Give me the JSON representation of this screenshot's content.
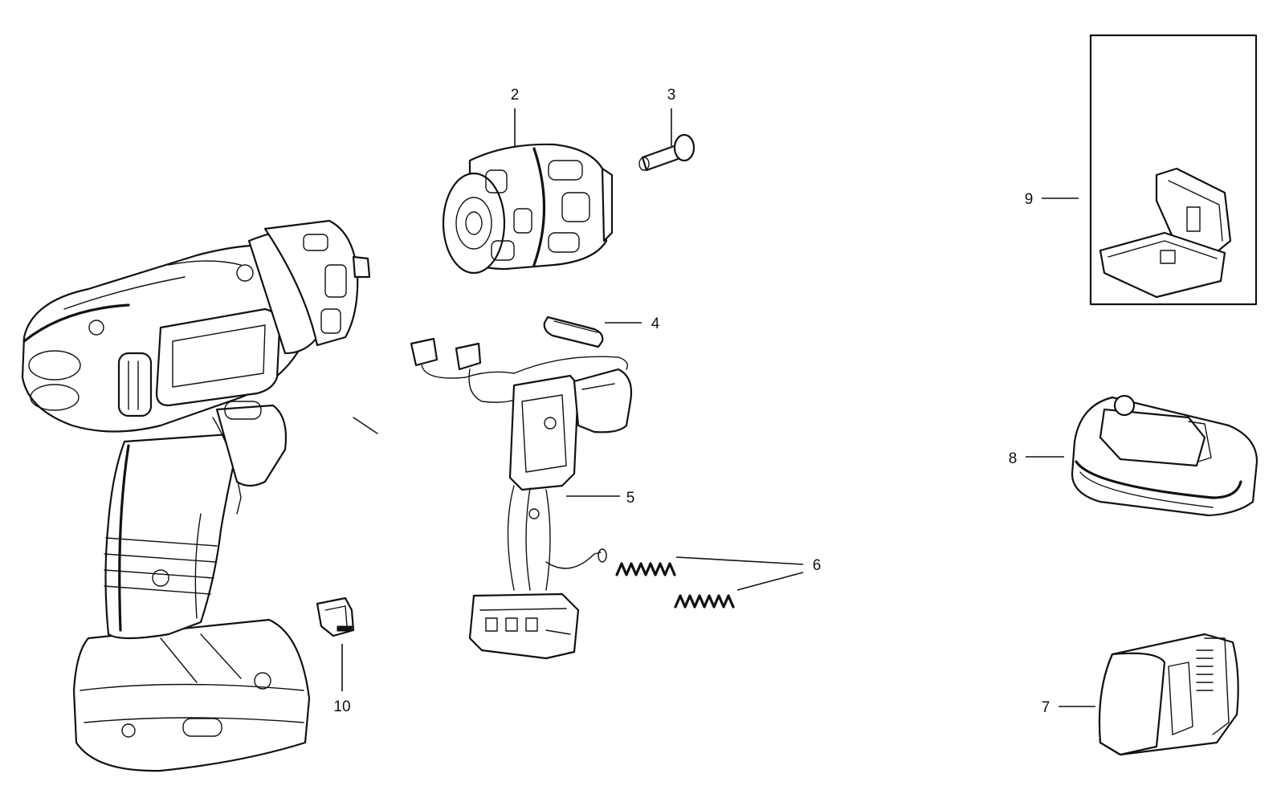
{
  "callouts": {
    "c2": "2",
    "c3": "3",
    "c4": "4",
    "c5": "5",
    "c6": "6",
    "c7": "7",
    "c8": "8",
    "c9": "9",
    "c10": "10"
  },
  "colors": {
    "line": "#111111",
    "background": "#ffffff"
  }
}
